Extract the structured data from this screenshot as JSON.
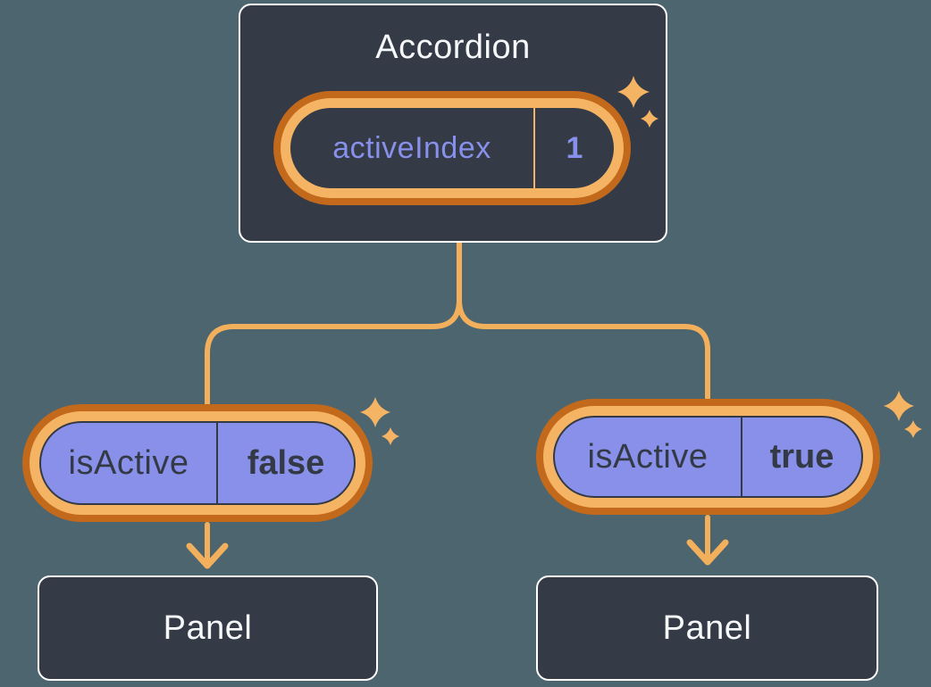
{
  "colors": {
    "bg": "#4C656F",
    "box-fill": "#343A46",
    "box-border": "#FFFFFF",
    "box-text": "#F6F7F9",
    "pill-purple": "#8990EA",
    "purple-text": "#8790EB",
    "dark-text": "#333A45",
    "orange-dark": "#C2691B",
    "orange-light": "#F5B364",
    "line-orange": "#F3B05C"
  },
  "accordion": {
    "title": "Accordion",
    "state": {
      "label": "activeIndex",
      "value": "1"
    }
  },
  "children": [
    {
      "prop": {
        "label": "isActive",
        "value": "false"
      },
      "panel": {
        "title": "Panel"
      }
    },
    {
      "prop": {
        "label": "isActive",
        "value": "true"
      },
      "panel": {
        "title": "Panel"
      }
    }
  ],
  "icons": {
    "sparkle": "sparkle-icon",
    "arrow": "arrow-down-icon"
  }
}
